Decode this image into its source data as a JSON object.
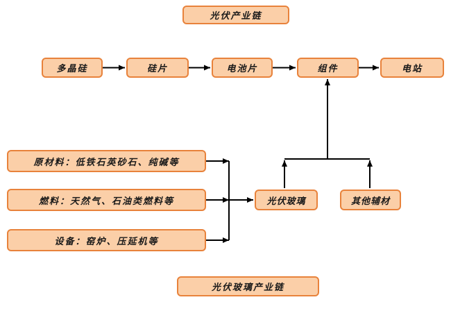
{
  "diagram": {
    "top_title": "光伏产业链",
    "bottom_title": "光伏玻璃产业链",
    "chain": [
      {
        "id": "polysilicon",
        "label": "多晶硅"
      },
      {
        "id": "wafer",
        "label": "硅片"
      },
      {
        "id": "cell",
        "label": "电池片"
      },
      {
        "id": "module",
        "label": "组件"
      },
      {
        "id": "power-station",
        "label": "电站"
      }
    ],
    "inputs": [
      {
        "id": "raw-materials",
        "label": "原材料：低铁石英砂石、纯碱等"
      },
      {
        "id": "fuel",
        "label": "燃料：天然气、石油类燃料等"
      },
      {
        "id": "equipment",
        "label": "设备：窑炉、压延机等"
      }
    ],
    "materials": [
      {
        "id": "pv-glass",
        "label": "光伏玻璃"
      },
      {
        "id": "other-auxiliary",
        "label": "其他辅材"
      }
    ],
    "edges": [
      {
        "from": "多晶硅",
        "to": "硅片"
      },
      {
        "from": "硅片",
        "to": "电池片"
      },
      {
        "from": "电池片",
        "to": "组件"
      },
      {
        "from": "组件",
        "to": "电站"
      },
      {
        "from": "原材料：低铁石英砂石、纯碱等",
        "to": "光伏玻璃"
      },
      {
        "from": "燃料：天然气、石油类燃料等",
        "to": "光伏玻璃"
      },
      {
        "from": "设备：窑炉、压延机等",
        "to": "光伏玻璃"
      },
      {
        "from": "光伏玻璃",
        "to": "组件"
      },
      {
        "from": "其他辅材",
        "to": "组件"
      }
    ],
    "colors": {
      "box_fill": "#FBCFA8",
      "box_border": "#E8823B",
      "arrow": "#000000",
      "text": "#1A1A1A",
      "background": "#FFFFFF"
    }
  }
}
